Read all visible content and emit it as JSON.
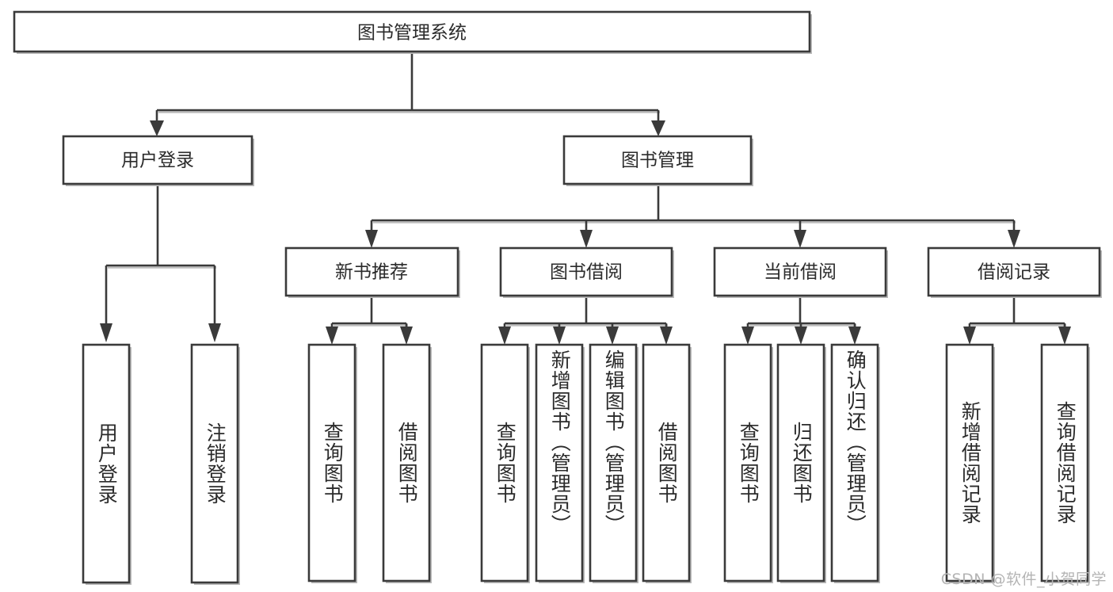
{
  "diagram": {
    "type": "tree",
    "title": "图书管理系统",
    "orientation": "top-down",
    "root": {
      "id": "root",
      "label": "图书管理系统"
    },
    "level1": [
      {
        "id": "user-login",
        "label": "用户登录"
      },
      {
        "id": "book-management",
        "label": "图书管理"
      }
    ],
    "level2": [
      {
        "id": "new-book-recommend",
        "label": "新书推荐",
        "parent": "book-management"
      },
      {
        "id": "book-borrow",
        "label": "图书借阅",
        "parent": "book-management"
      },
      {
        "id": "current-borrow",
        "label": "当前借阅",
        "parent": "book-management"
      },
      {
        "id": "borrow-record",
        "label": "借阅记录",
        "parent": "book-management"
      }
    ],
    "leaves": {
      "user-login": [
        {
          "id": "leaf-user-login",
          "label": "用户登录"
        },
        {
          "id": "leaf-logout",
          "label": "注销登录"
        }
      ],
      "new-book-recommend": [
        {
          "id": "leaf-query-book-1",
          "label": "查询图书"
        },
        {
          "id": "leaf-borrow-book-1",
          "label": "借阅图书"
        }
      ],
      "book-borrow": [
        {
          "id": "leaf-query-book-2",
          "label": "查询图书"
        },
        {
          "id": "leaf-add-book",
          "label": "新增图书（管理员）"
        },
        {
          "id": "leaf-edit-book",
          "label": "编辑图书（管理员）"
        },
        {
          "id": "leaf-borrow-book-2",
          "label": "借阅图书"
        }
      ],
      "current-borrow": [
        {
          "id": "leaf-query-book-3",
          "label": "查询图书"
        },
        {
          "id": "leaf-return-book",
          "label": "归还图书"
        },
        {
          "id": "leaf-confirm-return",
          "label": "确认归还（管理员）"
        }
      ],
      "borrow-record": [
        {
          "id": "leaf-add-record",
          "label": "新增借阅记录"
        },
        {
          "id": "leaf-query-record",
          "label": "查询借阅记录"
        }
      ]
    }
  },
  "watermark": {
    "text": "CSDN @软件_小贺同学"
  },
  "colors": {
    "box_stroke": "#3a3a3a",
    "box_fill": "#ffffff",
    "text": "#2b2b2b",
    "shadow": "#bdbdbd",
    "background": "#ffffff",
    "watermark": "#b4b4b4"
  }
}
